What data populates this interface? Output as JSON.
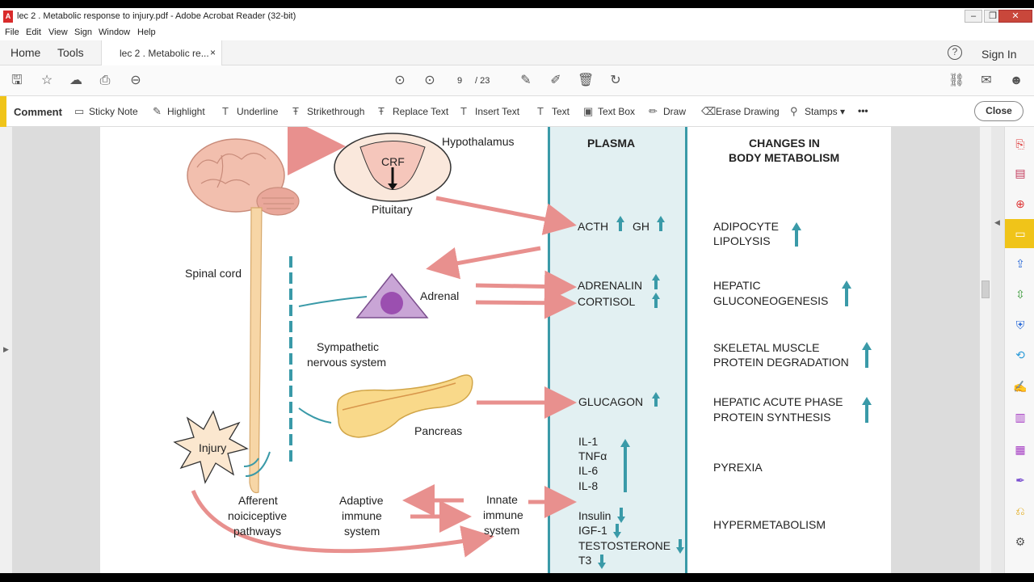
{
  "window": {
    "title": "lec 2 . Metabolic response to injury.pdf - Adobe Acrobat Reader (32-bit)",
    "app_icon": "pdf-icon",
    "controls": [
      "minimize",
      "restore",
      "close"
    ]
  },
  "menu": [
    "File",
    "Edit",
    "View",
    "Sign",
    "Window",
    "Help"
  ],
  "tabs": {
    "home": "Home",
    "tools": "Tools",
    "doc_label": "lec 2 . Metabolic re...",
    "close": "×"
  },
  "header_right": {
    "sign_in": "Sign In",
    "help_icon": "?"
  },
  "toolbar": {
    "page_current": "9",
    "page_total": "/ 23",
    "icons": [
      "save-icon",
      "star-icon",
      "upload-icon",
      "print-icon",
      "zoom-icon",
      "prev-page-icon",
      "next-page-icon",
      "sign-icon",
      "edit-icon",
      "trash-icon",
      "rotate-icon",
      "link-icon",
      "mail-icon",
      "account-icon"
    ]
  },
  "comment_bar": {
    "label": "Comment",
    "tools": [
      "Sticky Note",
      "Highlight",
      "Underline",
      "Strikethrough",
      "Replace Text",
      "Insert Text",
      "Text",
      "Text Box",
      "Draw",
      "Erase Drawing",
      "Stamps ▾"
    ],
    "more": "•••",
    "close": "Close"
  },
  "accent_color": "#f0c419",
  "diagram": {
    "hypothalamus": "Hypothalamus",
    "crf": "CRF",
    "pituitary": "Pituitary",
    "spinal_cord": "Spinal cord",
    "adrenal": "Adrenal",
    "sympathetic": [
      "Sympathetic",
      "nervous system"
    ],
    "pancreas": "Pancreas",
    "injury": "Injury",
    "afferent": [
      "Afferent",
      "noiciceptive",
      "pathways"
    ],
    "adaptive": [
      "Adaptive",
      "immune",
      "system"
    ],
    "innate": [
      "Innate",
      "immune",
      "system"
    ],
    "plasma_header": "PLASMA",
    "changes_header": [
      "CHANGES IN",
      "BODY METABOLISM"
    ],
    "plasma": {
      "acth": "ACTH",
      "gh": "GH",
      "adrenalin": "ADRENALIN",
      "cortisol": "CORTISOL",
      "glucagon": "GLUCAGON",
      "il1": "IL-1",
      "tnf": "TNFα",
      "il6": "IL-6",
      "il8": "IL-8",
      "insulin": "Insulin",
      "igf1": "IGF-1",
      "testosterone": "TESTOSTERONE",
      "t3": "T3"
    },
    "changes": {
      "c1": [
        "ADIPOCYTE",
        "LIPOLYSIS"
      ],
      "c2": [
        "HEPATIC",
        "GLUCONEOGENESIS"
      ],
      "c3": [
        "SKELETAL MUSCLE",
        "PROTEIN DEGRADATION"
      ],
      "c4": [
        "HEPATIC ACUTE PHASE",
        "PROTEIN SYNTHESIS"
      ],
      "c5": "PYREXIA",
      "c6": "HYPERMETABOLISM"
    },
    "colors": {
      "arrow_red": "#e8908e",
      "teal": "#3a9aa8",
      "plasma_bg": "#e2f0f2"
    }
  }
}
